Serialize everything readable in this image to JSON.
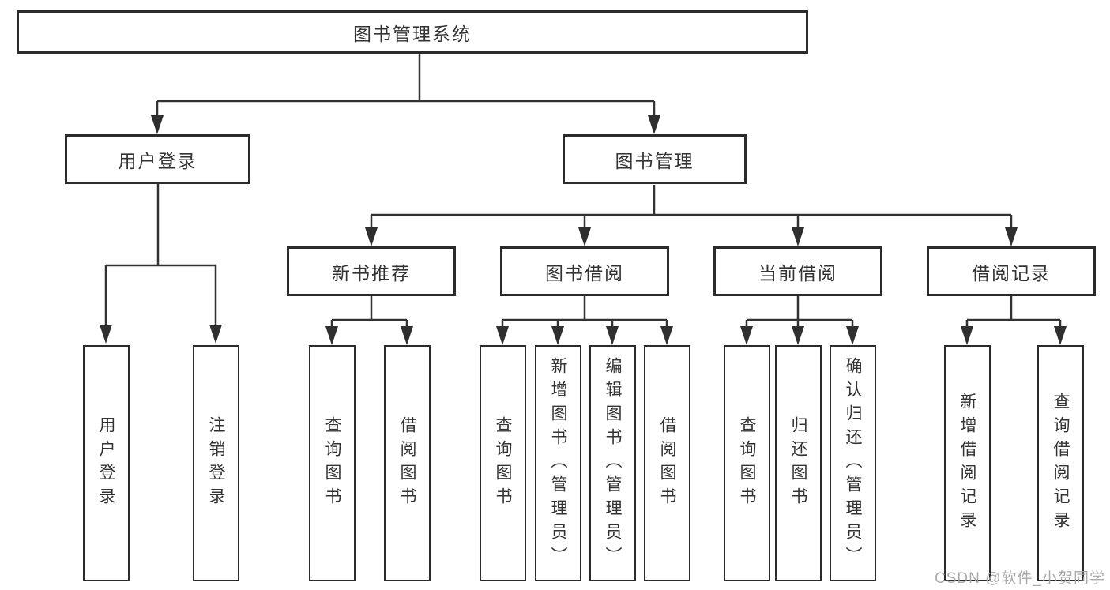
{
  "diagram": {
    "root": {
      "label": "图书管理系统"
    },
    "level1": [
      {
        "label": "用户登录"
      },
      {
        "label": "图书管理"
      }
    ],
    "level2": [
      {
        "label": "新书推荐"
      },
      {
        "label": "图书借阅"
      },
      {
        "label": "当前借阅"
      },
      {
        "label": "借阅记录"
      }
    ],
    "leaves": [
      {
        "label": "用户登录"
      },
      {
        "label": "注销登录"
      },
      {
        "label": "查询图书"
      },
      {
        "label": "借阅图书"
      },
      {
        "label": "查询图书"
      },
      {
        "label": "新增图书（管理员）"
      },
      {
        "label": "编辑图书（管理员）"
      },
      {
        "label": "借阅图书"
      },
      {
        "label": "查询图书"
      },
      {
        "label": "归还图书"
      },
      {
        "label": "确认归还（管理员）"
      },
      {
        "label": "新增借阅记录"
      },
      {
        "label": "查询借阅记录"
      }
    ]
  },
  "watermark": {
    "text": "CSDN @软件_小贺同学"
  },
  "colors": {
    "background": "#ffffff",
    "box_border": "#2b2b2b",
    "line": "#333333",
    "text": "#333333",
    "watermark": "#a3a3a3"
  }
}
